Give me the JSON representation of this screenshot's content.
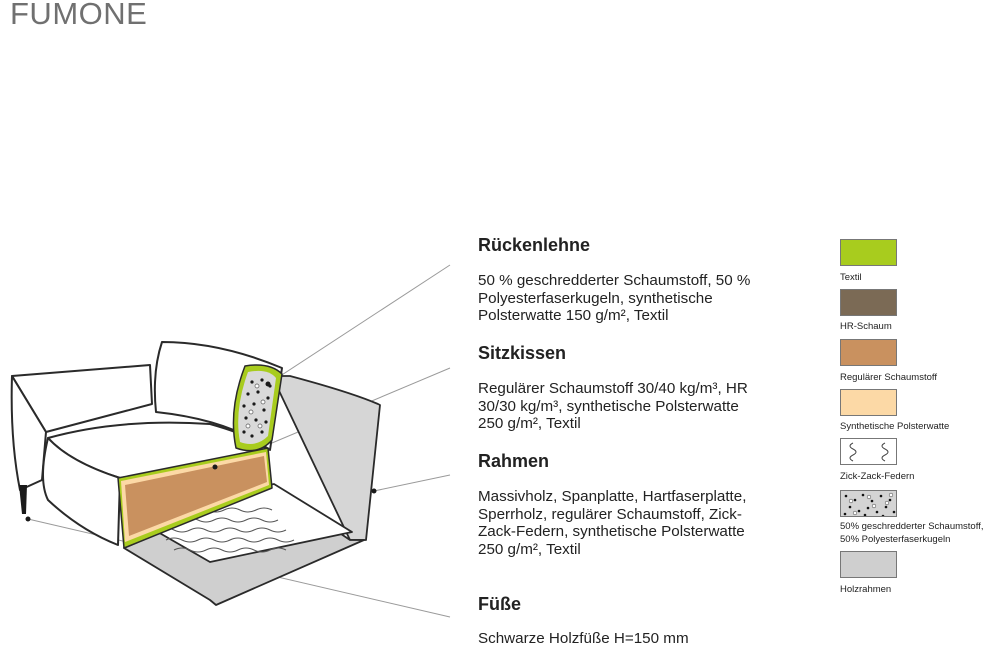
{
  "title": "FUMONE",
  "sections": [
    {
      "heading": "Rückenlehne",
      "text": "50 % geschredderter Schaumstoff, 50 % Polyesterfaserkugeln, synthetische Polsterwatte 150 g/m², Textil"
    },
    {
      "heading": "Sitzkissen",
      "text": "Regulärer Schaumstoff 30/40 kg/m³, HR 30/30 kg/m³, synthetische Polsterwatte 250 g/m², Textil"
    },
    {
      "heading": "Rahmen",
      "text": "Massivholz, Spanplatte, Hartfaserplatte, Sperrholz, regulärer Schaumstoff, Zick-Zack-Federn, synthetische Polsterwatte 250 g/m², Textil"
    },
    {
      "heading": "Füße",
      "text": "Schwarze Holzfüße H=150 mm"
    }
  ],
  "legend": [
    {
      "label": "Textil",
      "color": "#a8cc1e",
      "pattern": "solid"
    },
    {
      "label": "HR-Schaum",
      "color": "#7b6a55",
      "pattern": "solid"
    },
    {
      "label": "Regulärer Schaumstoff",
      "color": "#c9915f",
      "pattern": "solid"
    },
    {
      "label": "Synthetische Polsterwatte",
      "color": "#fcd9a6",
      "pattern": "solid"
    },
    {
      "label": "Zick-Zack-Federn",
      "color": "#ffffff",
      "pattern": "springs"
    },
    {
      "label": "50% geschredderter Schaumstoff,",
      "label2": "50% Polyesterfaserkugeln",
      "color": "#d4d4d4",
      "pattern": "dots"
    },
    {
      "label": "Holzrahmen",
      "color": "#cfcfcf",
      "pattern": "solid"
    }
  ]
}
